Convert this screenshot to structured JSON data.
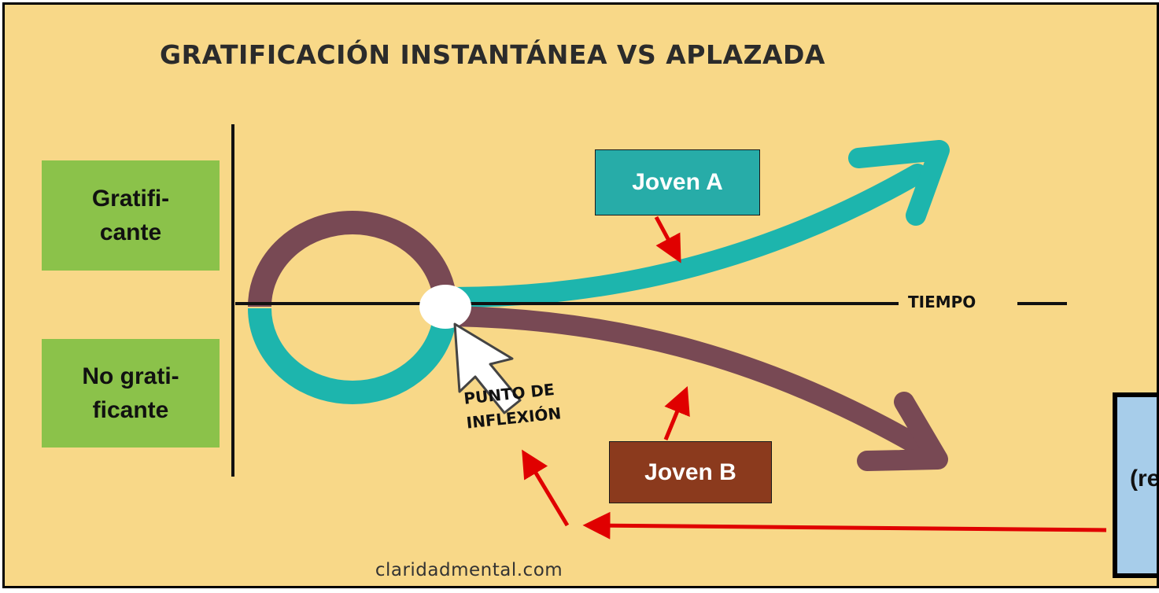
{
  "title": "GRATIFICACIÓN INSTANTÁNEA VS APLAZADA",
  "left_labels": {
    "top": "Gratifi-\ncante",
    "bottom": "No grati-\nficante"
  },
  "axis_label": "TIEMPO",
  "paths": [
    {
      "label": "Joven A",
      "color": "#27aca8"
    },
    {
      "label": "Joven B",
      "color": "#8b3a1d"
    }
  ],
  "curve_colors": {
    "teal": "#1db5ad",
    "brown": "#784954"
  },
  "inflection": {
    "line1": "PUNTO DE",
    "line2": "INFLEXIÓN"
  },
  "watermark": "claridadmental.com",
  "cut_box_text": "(re",
  "arrow_color": "#e00000"
}
